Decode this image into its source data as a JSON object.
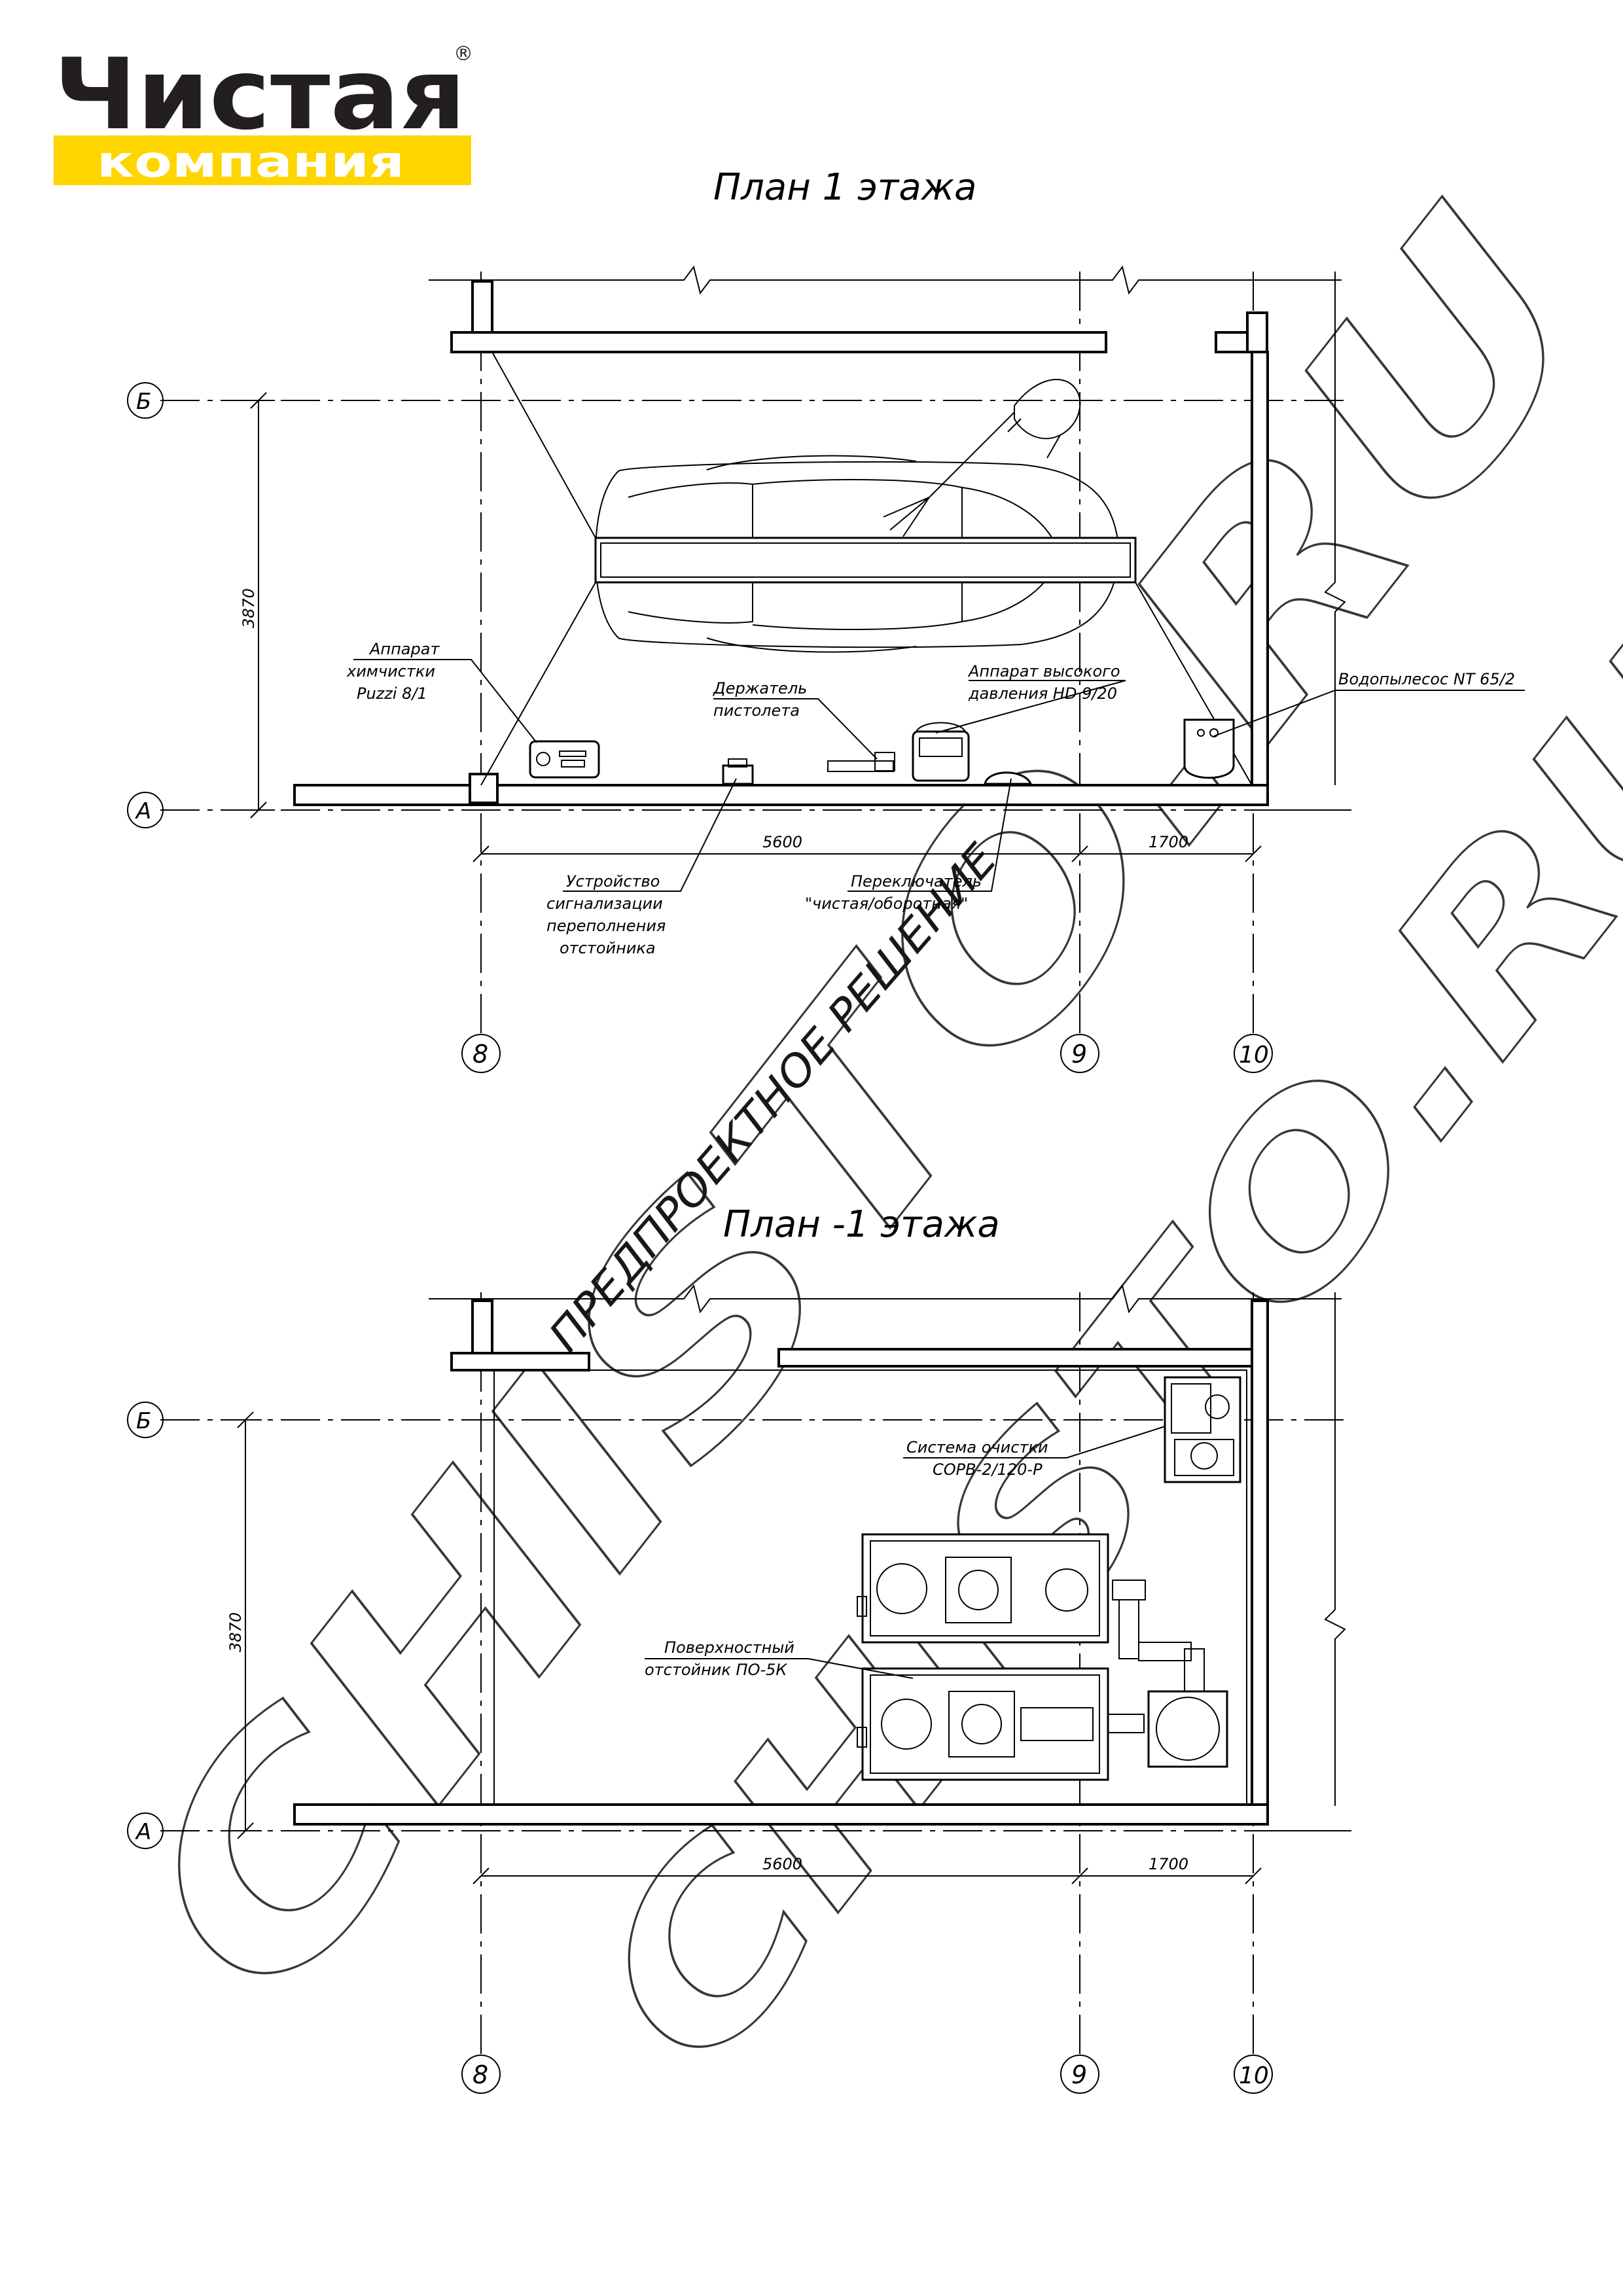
{
  "logo": {
    "line1": "Чистая",
    "line2": "компания",
    "registered": "®",
    "colors": {
      "dark": "#231f20",
      "yellow": "#ffd500",
      "white": "#ffffff"
    }
  },
  "watermark": {
    "text1": "CHISTO.RU",
    "text2": "CHISTO.RU",
    "stamp": "ПРЕДПРОЕКТНОЕ РЕШЕНИЕ"
  },
  "plan1": {
    "title": "План 1 этажа",
    "axes": {
      "row_b": "Б",
      "row_a": "А",
      "col_8": "8",
      "col_9": "9",
      "col_10": "10"
    },
    "dims": {
      "height": "3870",
      "span1": "5600",
      "span2": "1700"
    },
    "labels": {
      "puzzi": [
        "Аппарат",
        "химчистки",
        "Puzzi 8/1"
      ],
      "holder": [
        "Держатель",
        "пистолета"
      ],
      "hd": [
        "Аппарат высокого",
        "давления HD 9/20"
      ],
      "vacuum": "Водопылесос NT 65/2",
      "alarm": [
        "Устройство",
        "сигнализации",
        "переполнения",
        "отстойника"
      ],
      "switch": [
        "Переключатель",
        "\"чистая/оборотная\""
      ]
    }
  },
  "plan2": {
    "title": "План -1 этажа",
    "axes": {
      "row_b": "Б",
      "row_a": "А",
      "col_8": "8",
      "col_9": "9",
      "col_10": "10"
    },
    "dims": {
      "height": "3870",
      "span1": "5600",
      "span2": "1700"
    },
    "labels": {
      "system": [
        "Система очистки",
        "СОРВ-2/120-Р"
      ],
      "tank": [
        "Поверхностный",
        "отстойник ПО-5К"
      ]
    }
  }
}
